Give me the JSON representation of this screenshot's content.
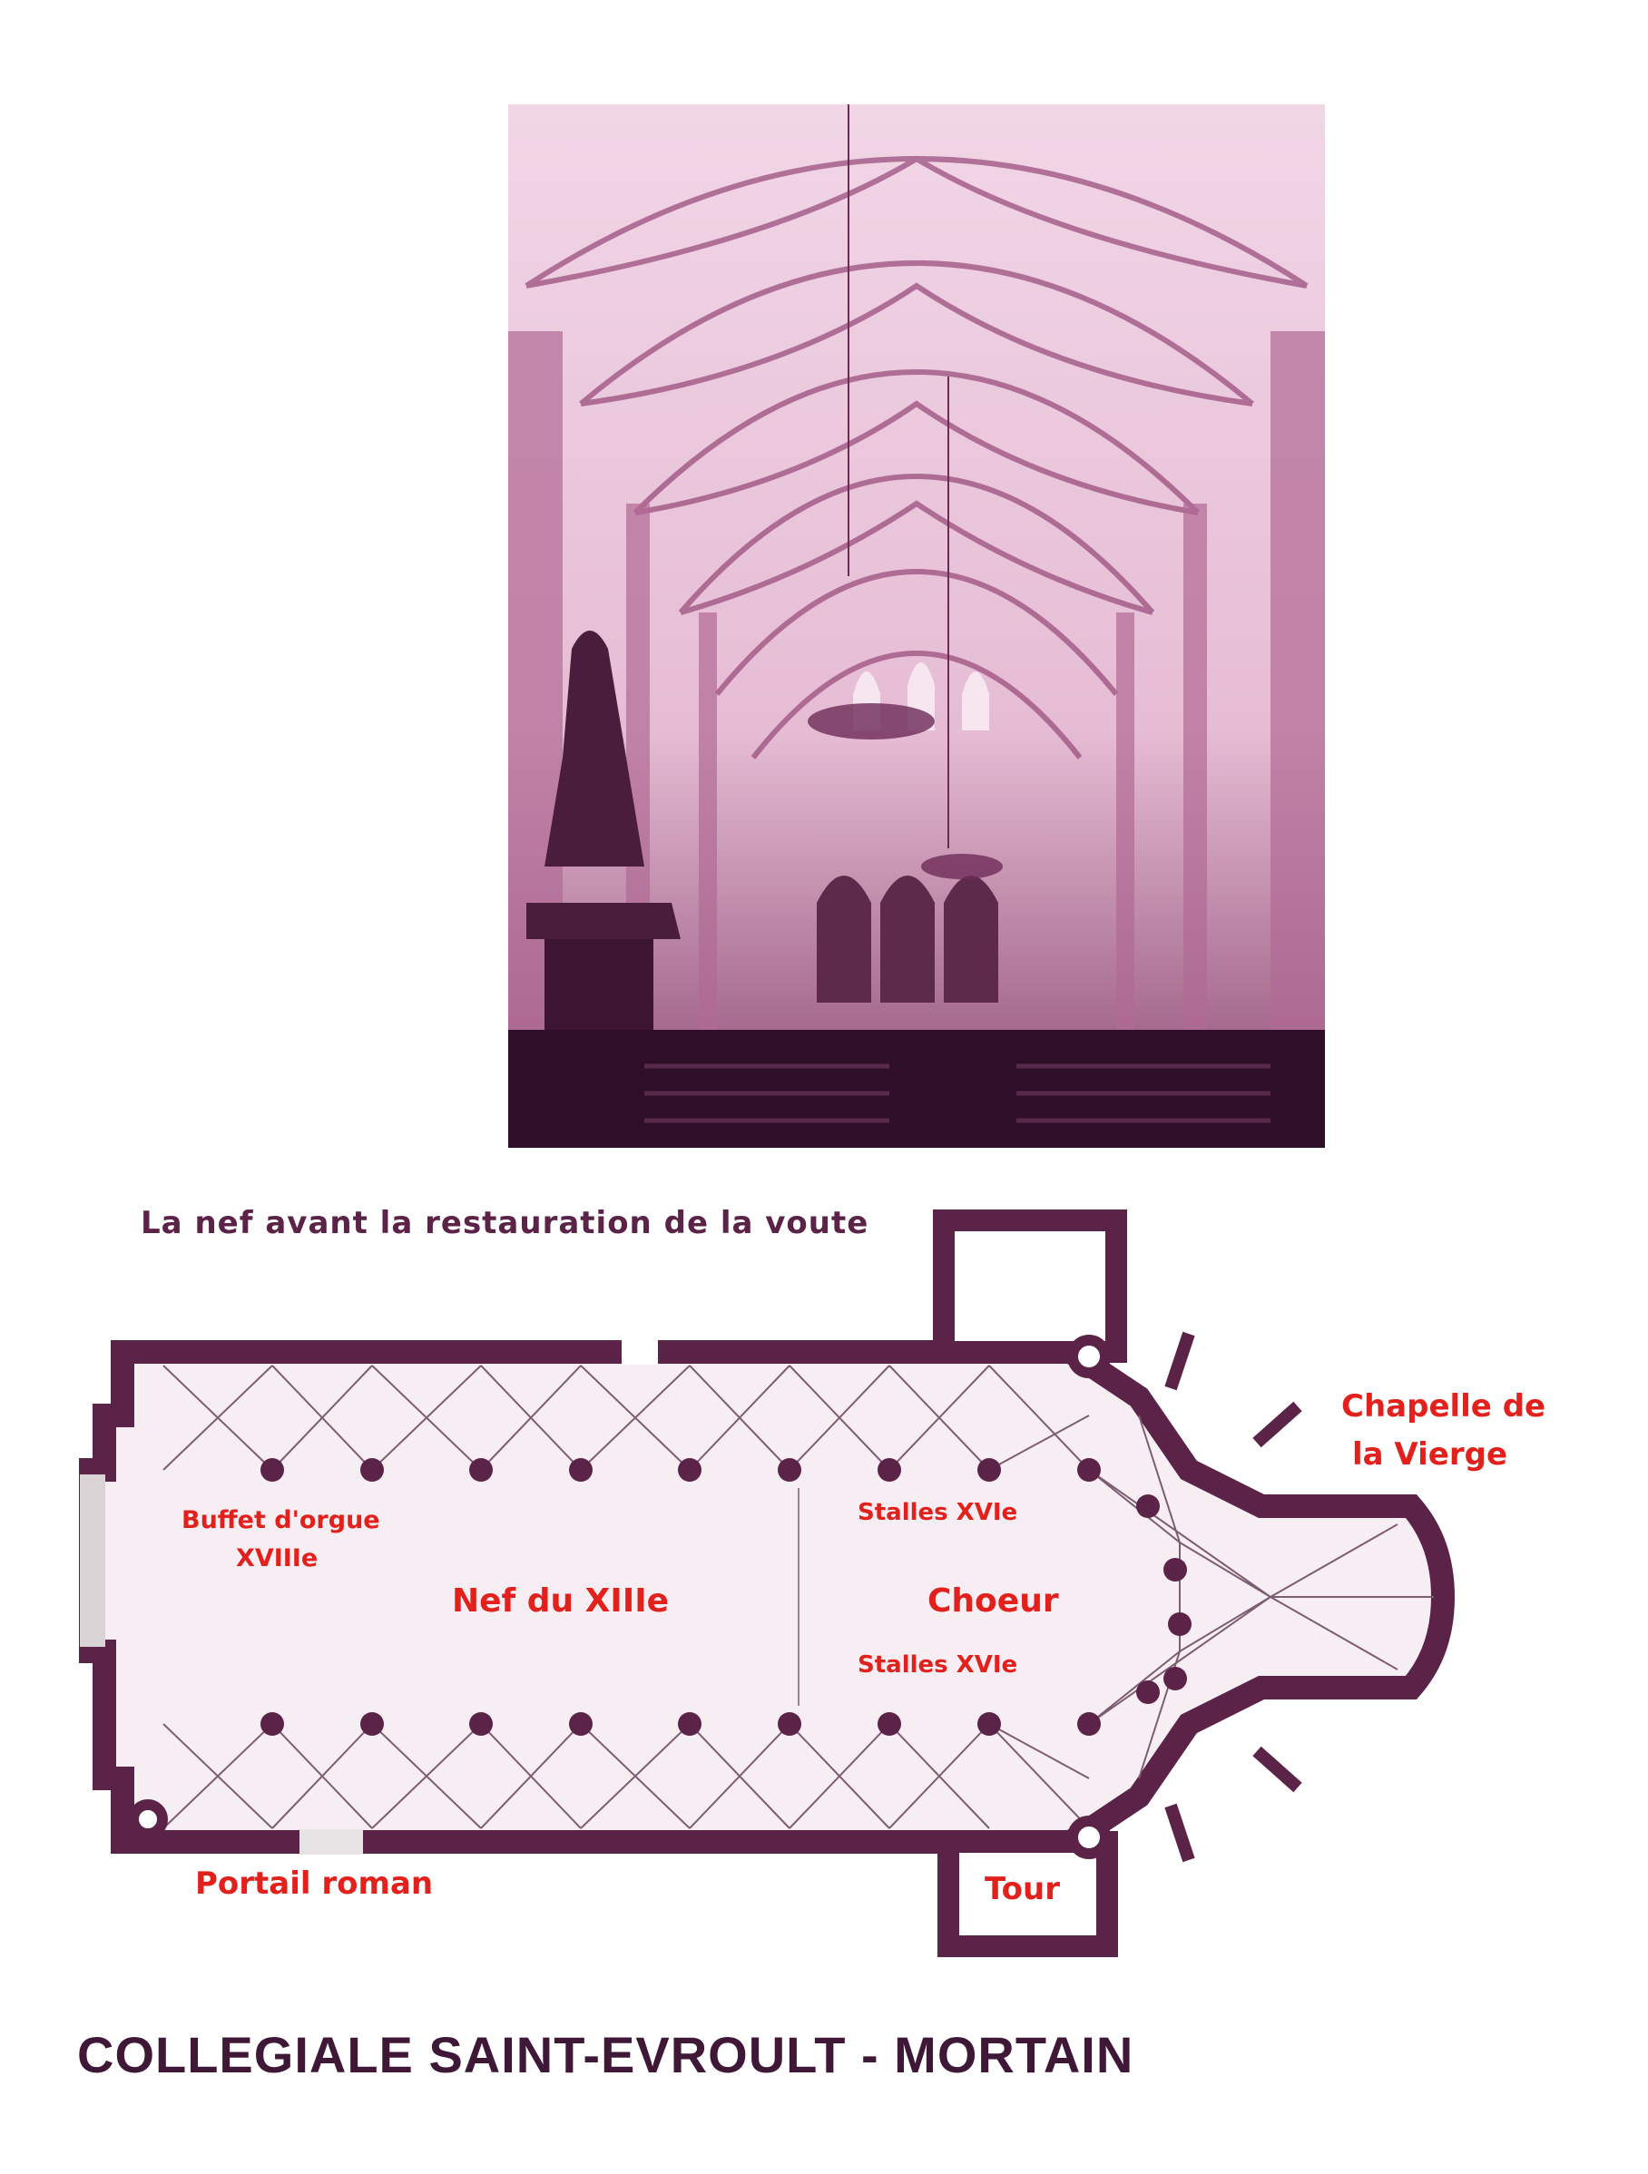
{
  "photo_caption": "La nef avant la restauration de la voute",
  "labels": {
    "chapel_line1": "Chapelle de",
    "chapel_line2": "la Vierge",
    "organ_line1": "Buffet d'orgue",
    "organ_line2": "XVIIIe",
    "nave": "Nef du XIIIe",
    "choir": "Choeur",
    "stalls_top": "Stalles XVIe",
    "stalls_bottom": "Stalles XVIe",
    "portal": "Portail roman",
    "tower": "Tour"
  },
  "title": "COLLEGIALE SAINT-EVROULT - MORTAIN",
  "colors": {
    "plan_wall": "#5b2347",
    "label_red": "#e3211c",
    "title": "#3f1838",
    "photo_tint": "#e8bfd6"
  }
}
